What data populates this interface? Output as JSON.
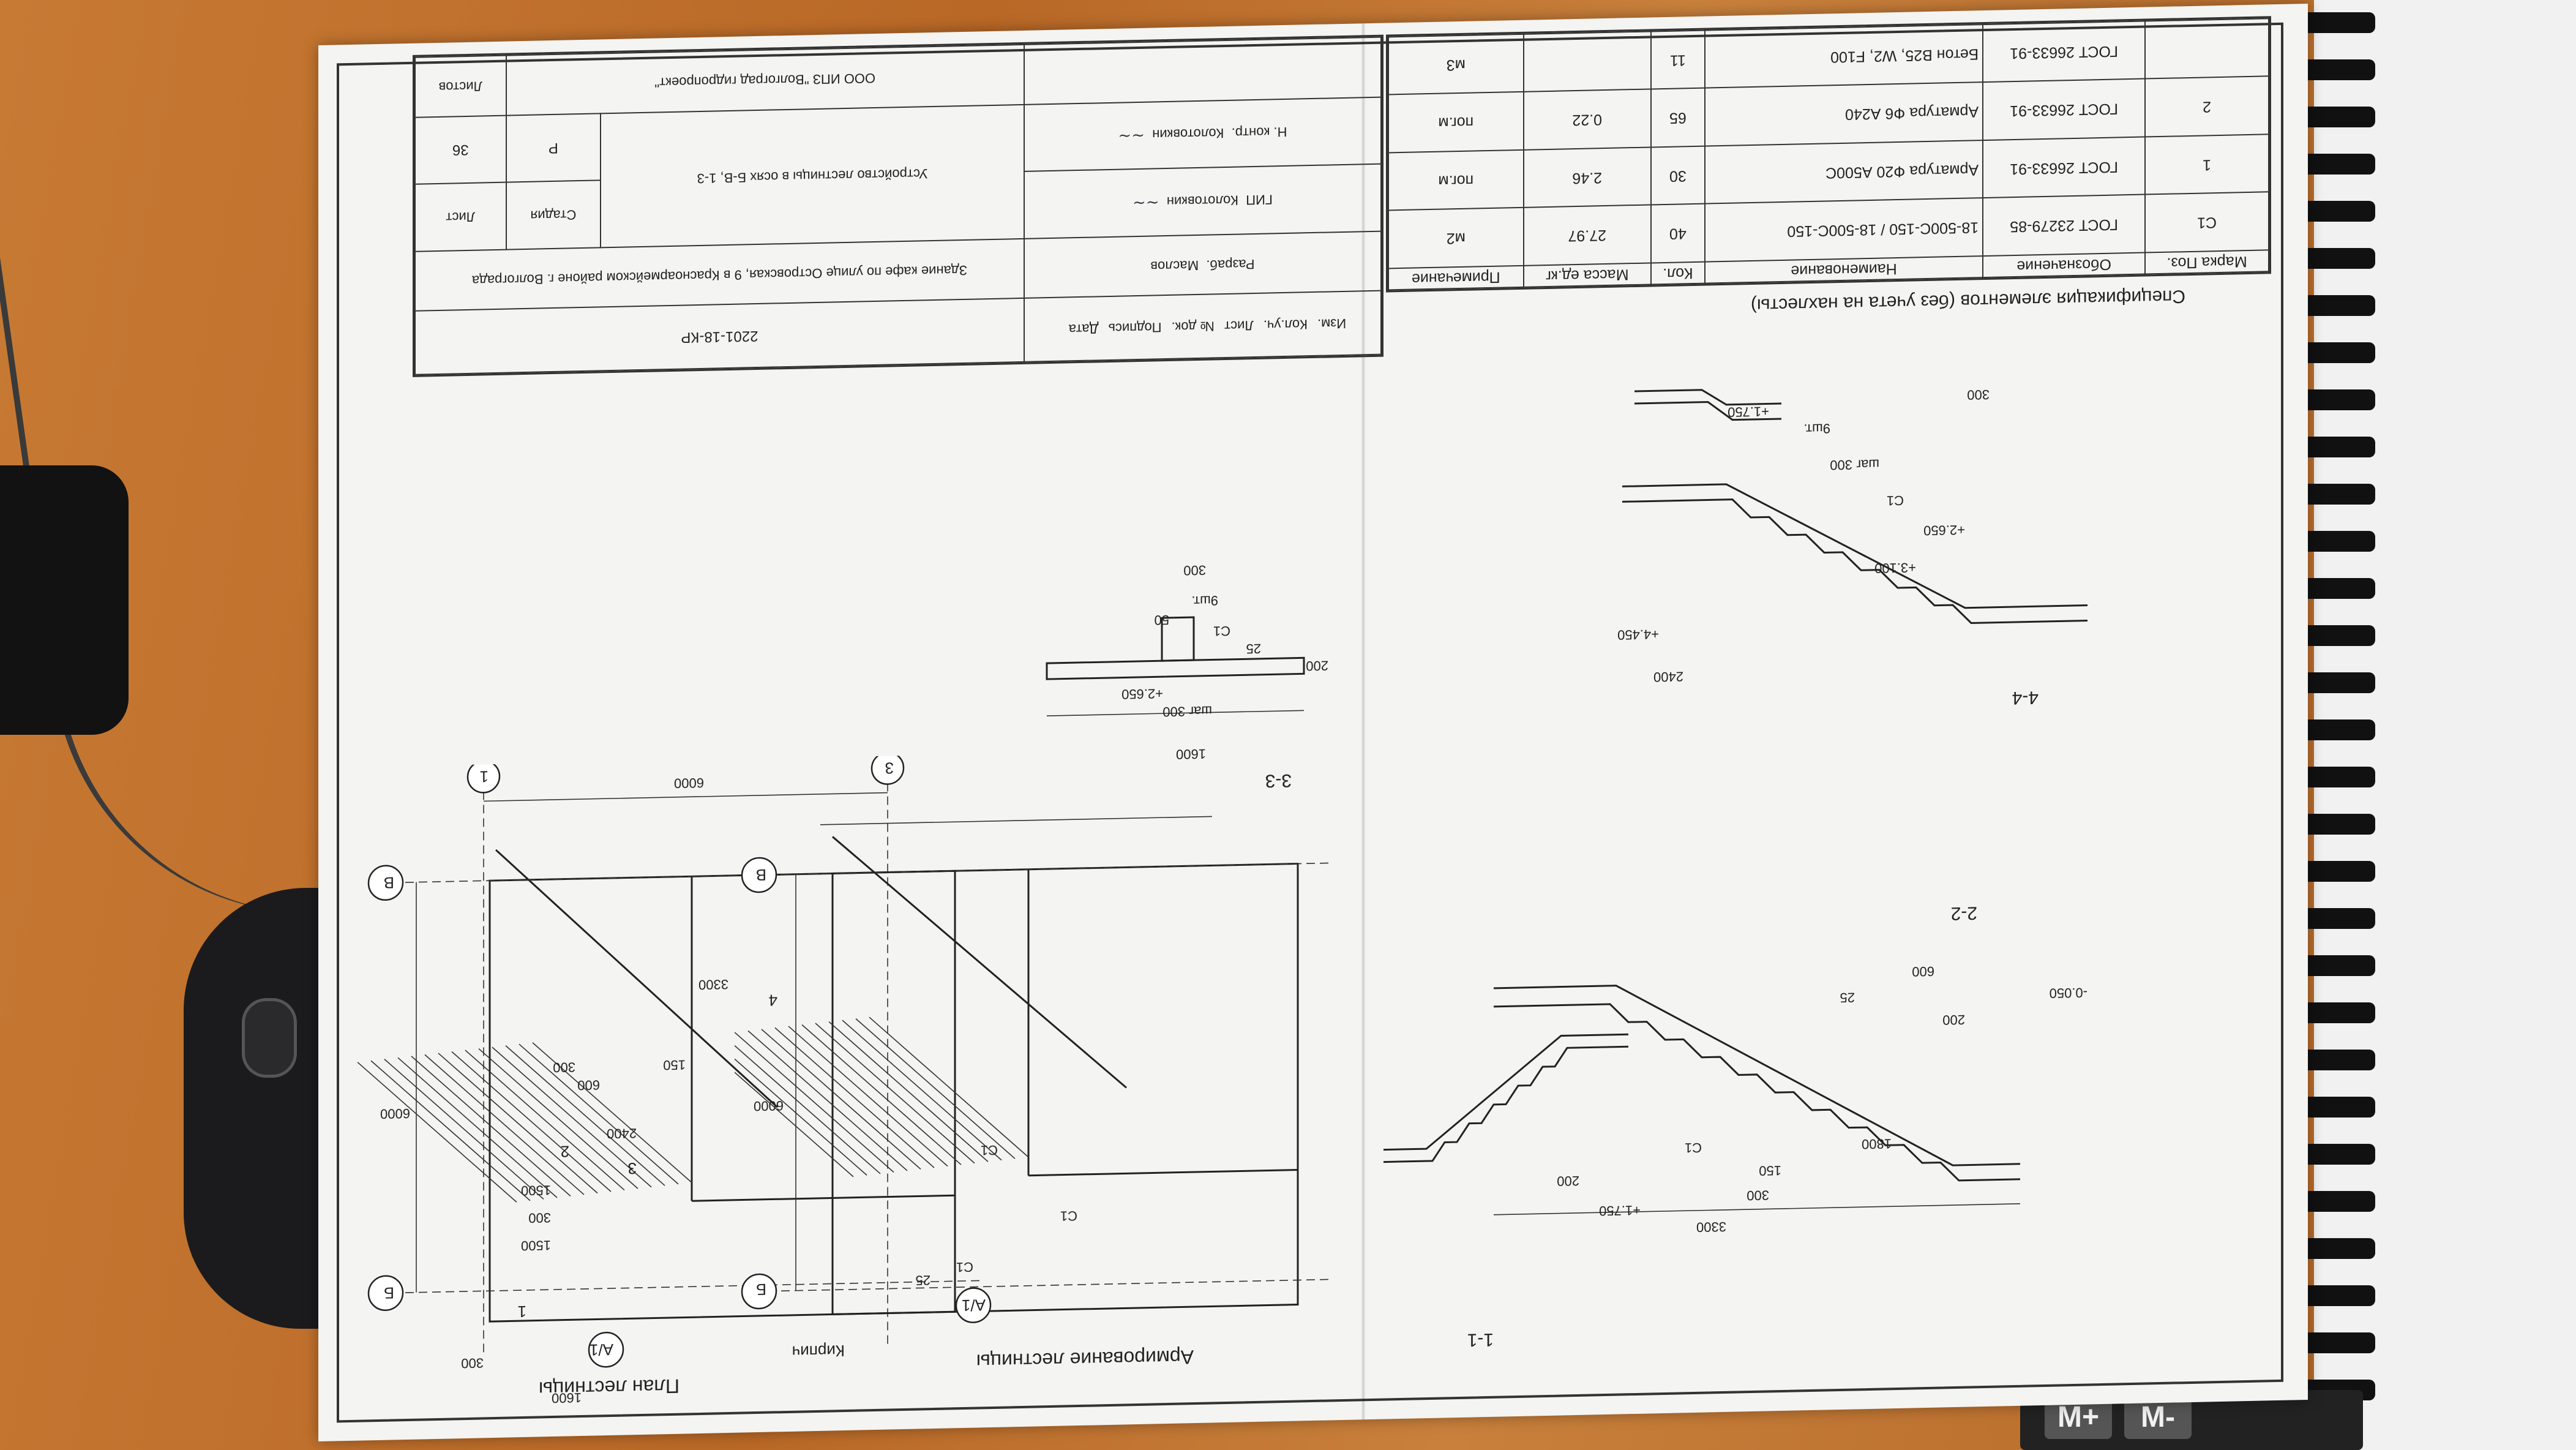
{
  "plan_title": "План лестницы",
  "armature_title": "Армирование лестницы",
  "sections": {
    "s11": "1-1",
    "s22": "2-2",
    "s33": "3-3",
    "s44": "4-4"
  },
  "axes": {
    "b": "Б",
    "v": "В",
    "a1": "А/1",
    "n1": "1",
    "n3": "3"
  },
  "plan_dims": [
    "1600",
    "300",
    "6000",
    "6000",
    "1500",
    "300",
    "1500",
    "3300",
    "2400",
    "150",
    "600",
    "300"
  ],
  "flight_marks": [
    "1",
    "2",
    "3",
    "4"
  ],
  "brick_label": "Кирпич",
  "c1": "С1",
  "levels": {
    "l1": "+1.750",
    "l2": "-0.050",
    "l3": "+2.650",
    "l4": "+3.100",
    "l5": "+4.450",
    "l6": "+2.650",
    "l7": "+1.750"
  },
  "rebar_notes": {
    "step300": "шаг 300",
    "pcs9": "9шт.",
    "n2": "2",
    "n1": "1"
  },
  "section_dims": {
    "d3300": "3300",
    "d300": "300",
    "d150": "150",
    "d1800": "1800",
    "d200": "200",
    "d25": "25",
    "d600": "600",
    "d50": "50",
    "d2400": "2400",
    "d1600": "1600"
  },
  "spec_caption": "Спецификация элементов (без учета на нахлесты)",
  "spec": {
    "headers": [
      "Марка Поз.",
      "Обозначение",
      "Наименование",
      "Кол.",
      "Масса ед.кг",
      "Примечание"
    ],
    "rows": [
      [
        "С1",
        "ГОСТ 23279-85",
        "18-500С-150 / 18-500С-150",
        "40",
        "27.97",
        "м2"
      ],
      [
        "1",
        "ГОСТ 26633-91",
        "Арматура Ф20 А500С",
        "30",
        "2.46",
        "пог.м"
      ],
      [
        "2",
        "ГОСТ 26633-91",
        "Арматура Ф6 А240",
        "65",
        "0.22",
        "пог.м"
      ],
      [
        "",
        "ГОСТ 26633-91",
        "Бетон В25, W2, F100",
        "11",
        "",
        "м3"
      ]
    ]
  },
  "stamp": {
    "code": "2201-18-КР",
    "object": "Здание кафе по улице Островская, 9 в Красноармейском районе г. Волгограда",
    "subject": "Устройство лестницы в осях Б-В, 1-3",
    "company": "ООО ИПЗ \"Волгоград гидропроект\"",
    "stage_label": "Стадия",
    "sheet_label": "Лист",
    "sheets_label": "Листов",
    "stage": "Р",
    "sheet": "36",
    "change_headers": [
      "Изм.",
      "Кол.уч.",
      "Лист",
      "№ док.",
      "Подпись",
      "Дата"
    ],
    "roles": [
      "Разраб.",
      "ГИП",
      "Н. контр."
    ],
    "names": [
      "Маслов",
      "Колотовкин",
      "Колотовкин"
    ]
  },
  "calculator_keys": [
    "M+",
    "M-"
  ]
}
